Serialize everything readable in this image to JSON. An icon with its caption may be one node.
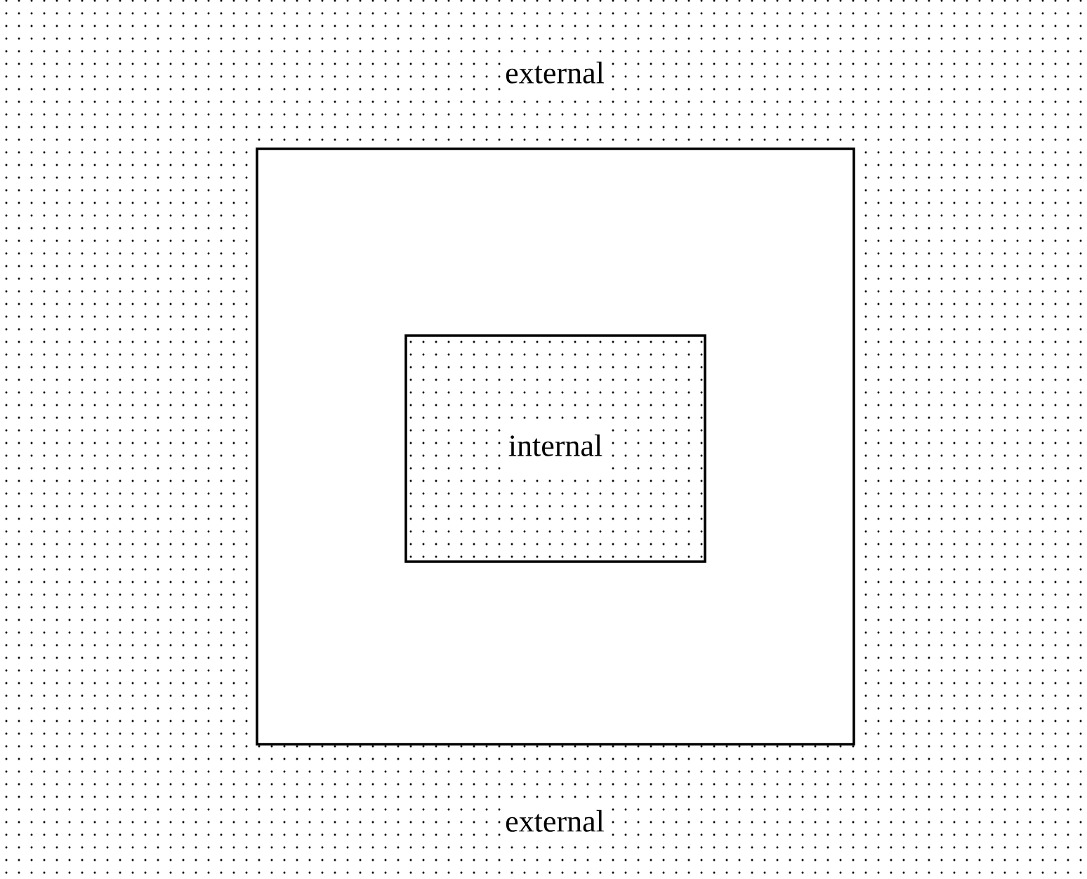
{
  "diagram": {
    "nodes": [
      {
        "text": [],
        "shape": "box"
      },
      {
        "text": [
          "internal"
        ],
        "in": 0
      }
    ],
    "labels": [
      "external",
      "external"
    ]
  }
}
